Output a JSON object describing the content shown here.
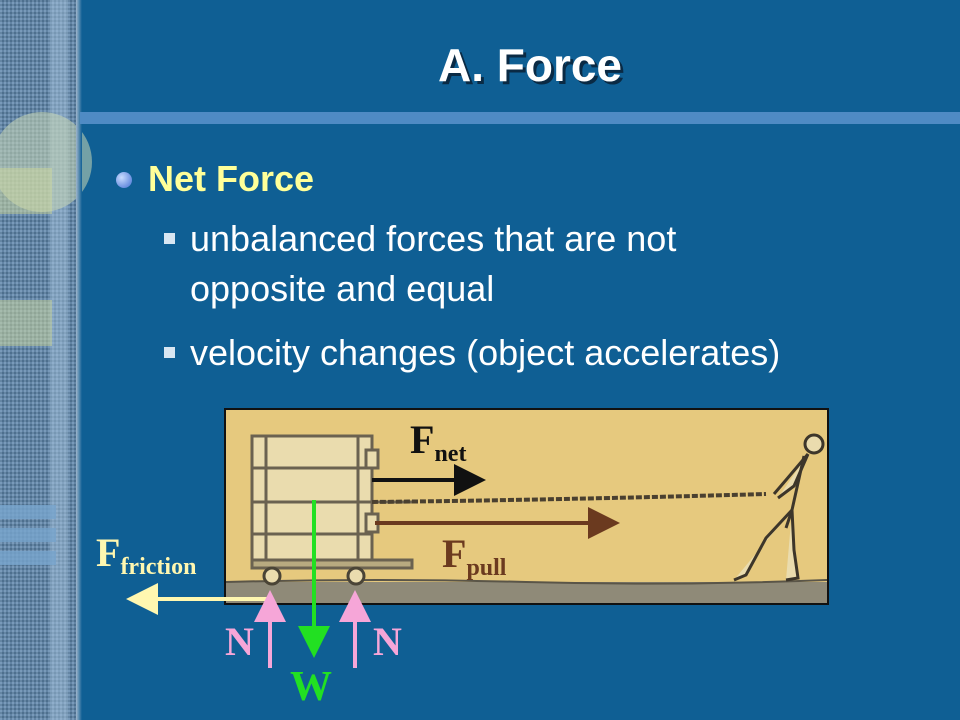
{
  "slide": {
    "title": "A. Force",
    "bullet": "Net Force",
    "subbullets": [
      "unbalanced forces that are not",
      "opposite and equal",
      "velocity changes (object accelerates)"
    ]
  },
  "diagram": {
    "f_net": {
      "main": "F",
      "sub": "net"
    },
    "f_pull": {
      "main": "F",
      "sub": "pull"
    },
    "f_friction": {
      "main": "F",
      "sub": "friction"
    },
    "normal_left": "N",
    "normal_right": "N",
    "weight": "W"
  },
  "colors": {
    "background": "#0f5f94",
    "title": "#ffffff",
    "bullet": "#ffff99",
    "f_net_arrow": "#111111",
    "f_pull_arrow": "#6b3a1f",
    "friction_arrow": "#fff7b0",
    "normal_arrow": "#f6a6d8",
    "weight_arrow": "#22e022"
  }
}
